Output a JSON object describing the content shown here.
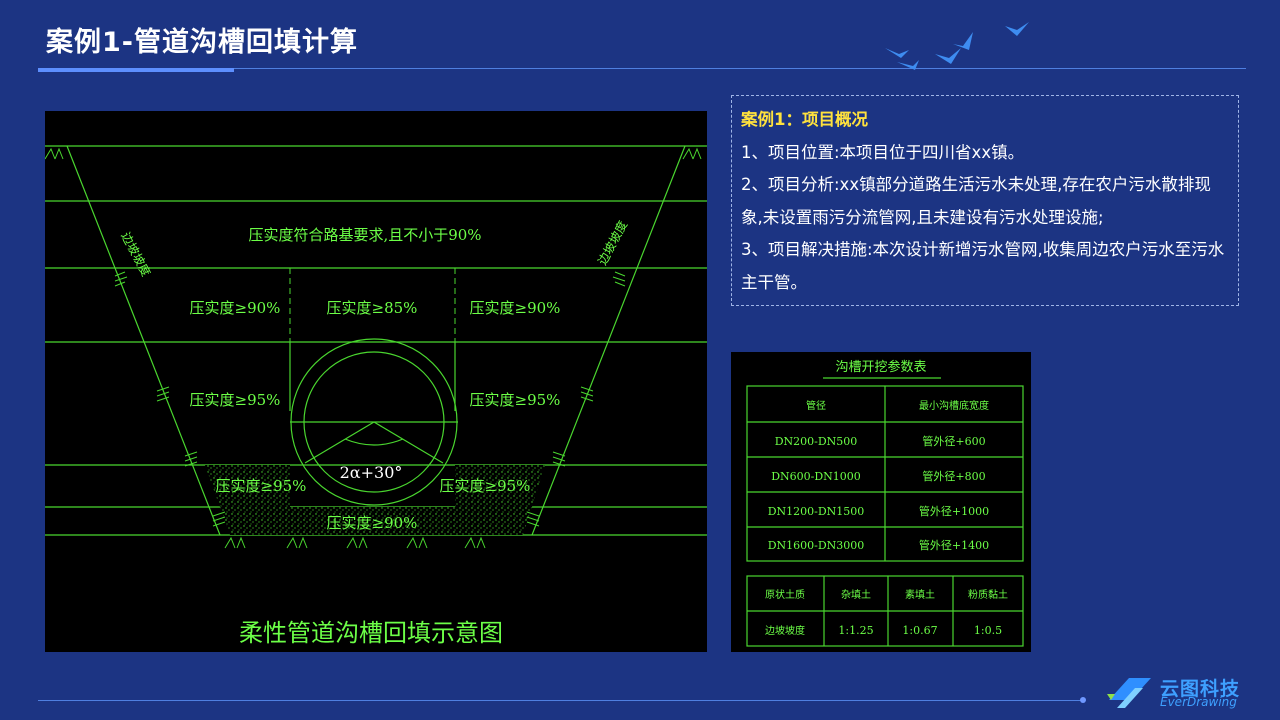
{
  "header": {
    "title": "案例1-管道沟槽回填计算"
  },
  "info": {
    "box_title": "案例1：项目概况",
    "items": [
      "1、项目位置:本项目位于四川省xx镇。",
      "2、项目分析:xx镇部分道路生活污水未处理,存在农户污水散排现象,未设置雨污分流管网,且未建设有污水处理设施;",
      "3、项目解决措施:本次设计新增污水管网,收集周边农户污水至污水主干管。"
    ]
  },
  "diagram": {
    "caption": "柔性管道沟槽回填示意图",
    "top_zone": "压实度符合路基要求,且不小于90%",
    "zone_left_upper": "压实度≥90%",
    "zone_center_upper": "压实度≥85%",
    "zone_right_upper": "压实度≥90%",
    "zone_left_mid": "压实度≥95%",
    "zone_right_mid": "压实度≥95%",
    "zone_left_low": "压实度≥95%",
    "zone_right_low": "压实度≥95%",
    "zone_bottom": "压实度≥90%",
    "angle_label": "2α+30°",
    "slope_label_left": "边坡坡度",
    "slope_label_right": "边坡坡度"
  },
  "table": {
    "title": "沟槽开挖参数表",
    "headers": [
      "管径",
      "最小沟槽底宽度"
    ],
    "rows": [
      [
        "DN200-DN500",
        "管外径+600"
      ],
      [
        "DN600-DN1000",
        "管外径+800"
      ],
      [
        "DN1200-DN1500",
        "管外径+1000"
      ],
      [
        "DN1600-DN3000",
        "管外径+1400"
      ]
    ],
    "slope_headers": [
      "原状土质",
      "杂填土",
      "素填土",
      "粉质黏土"
    ],
    "slope_row": [
      "边坡坡度",
      "1:1.25",
      "1:0.67",
      "1:0.5"
    ]
  },
  "logo": {
    "cn": "云图科技",
    "en": "EverDrawing"
  },
  "colors": {
    "background": "#1c3483",
    "accent": "#5d8fff",
    "cad_line": "#4ad62f",
    "cad_text": "#6cff47",
    "highlight": "#ffe23d"
  }
}
